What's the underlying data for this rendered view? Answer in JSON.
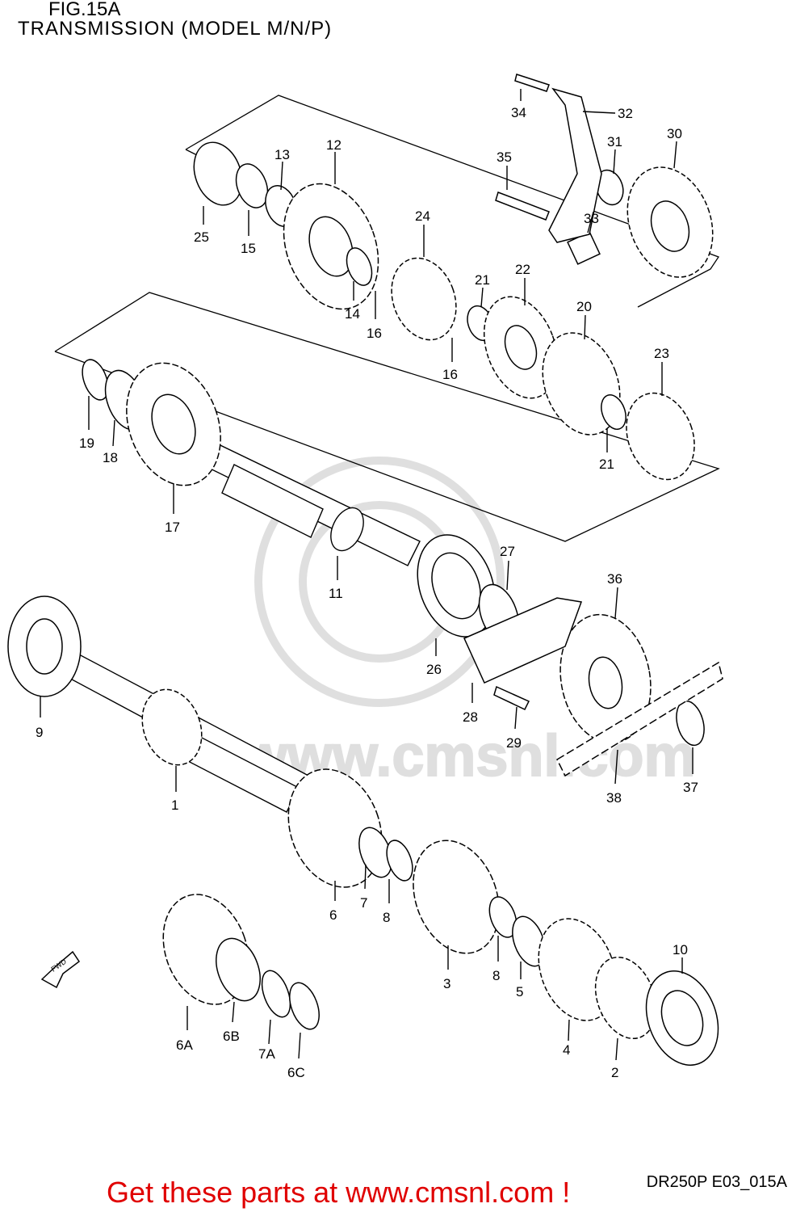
{
  "header": {
    "figure": "FIG.15A",
    "title": "TRANSMISSION (MODEL M/N/P)"
  },
  "footer": {
    "ref_code": "DR250P E03_015A",
    "promo": "Get these parts at www.cmsnl.com !"
  },
  "watermark": {
    "text": "www.cmsnl.com"
  },
  "direction_marker": {
    "text": "FWD"
  },
  "part_labels": [
    "34",
    "32",
    "35",
    "31",
    "30",
    "33",
    "13",
    "12",
    "25",
    "15",
    "24",
    "14",
    "16",
    "21",
    "22",
    "16",
    "20",
    "23",
    "19",
    "18",
    "17",
    "21",
    "11",
    "27",
    "36",
    "26",
    "28",
    "29",
    "9",
    "1",
    "37",
    "38",
    "6",
    "7",
    "8",
    "3",
    "8",
    "5",
    "10",
    "6A",
    "6B",
    "7A",
    "6C",
    "4",
    "2"
  ]
}
